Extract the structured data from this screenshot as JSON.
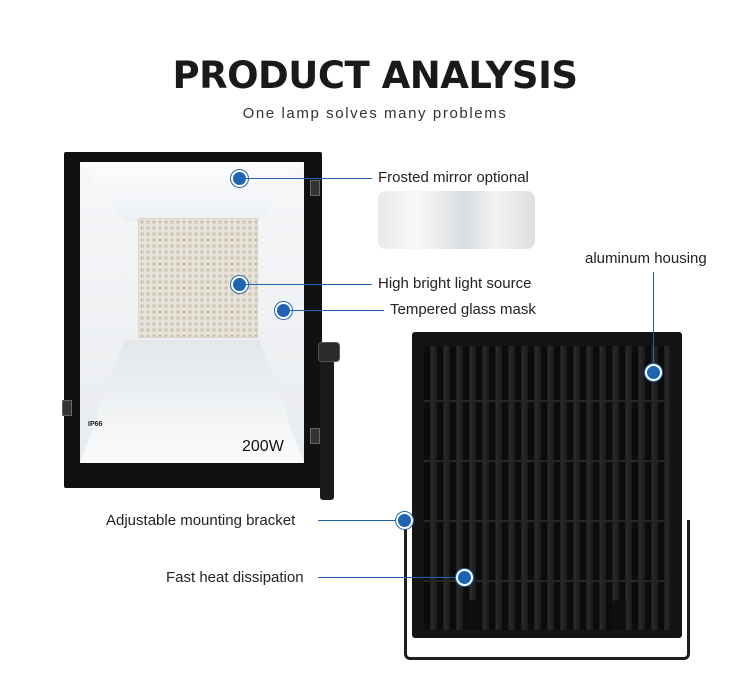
{
  "header": {
    "title": "PRODUCT ANALYSIS",
    "subtitle": "One lamp solves many problems"
  },
  "product": {
    "power_label": "200W",
    "badge": "IP66"
  },
  "callouts": {
    "frosted_mirror": "Frosted mirror optional",
    "light_source": "High bright light source",
    "glass_mask": "Tempered glass mask",
    "housing": "aluminum housing",
    "bracket": "Adjustable mounting bracket",
    "heat": "Fast heat dissipation"
  },
  "colors": {
    "accent": "#1f63b5",
    "lamp_body": "#111111"
  }
}
